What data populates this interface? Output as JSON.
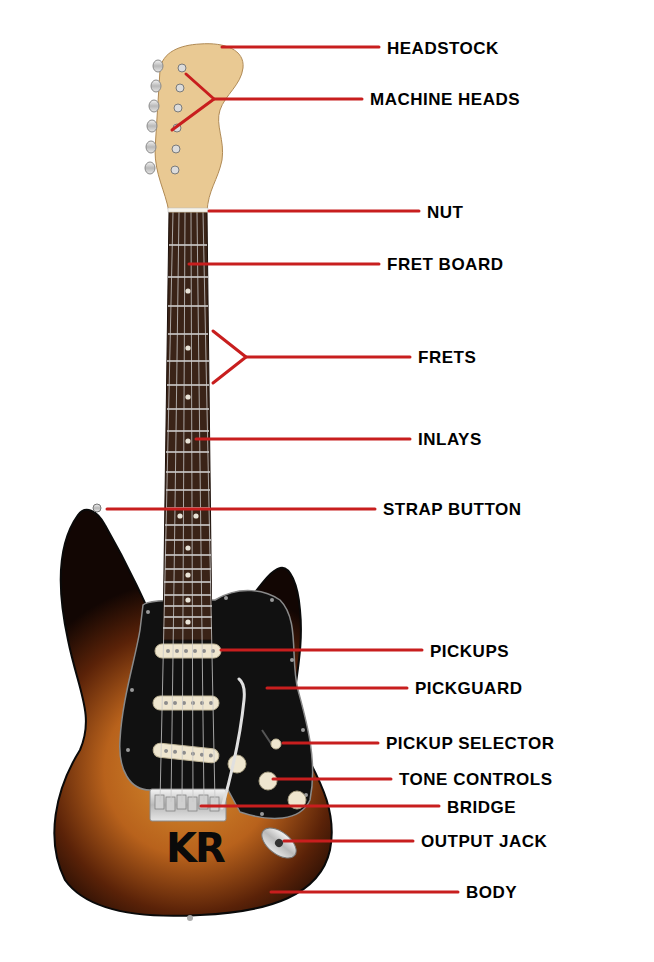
{
  "diagram": {
    "labels": [
      "HEADSTOCK",
      "MACHINE HEADS",
      "NUT",
      "FRET BOARD",
      "FRETS",
      "INLAYS",
      "STRAP BUTTON",
      "PICKUPS",
      "PICKGUARD",
      "PICKUP SELECTOR",
      "TONE CONTROLS",
      "BRIDGE",
      "OUTPUT JACK",
      "KR",
      "BODY"
    ]
  }
}
